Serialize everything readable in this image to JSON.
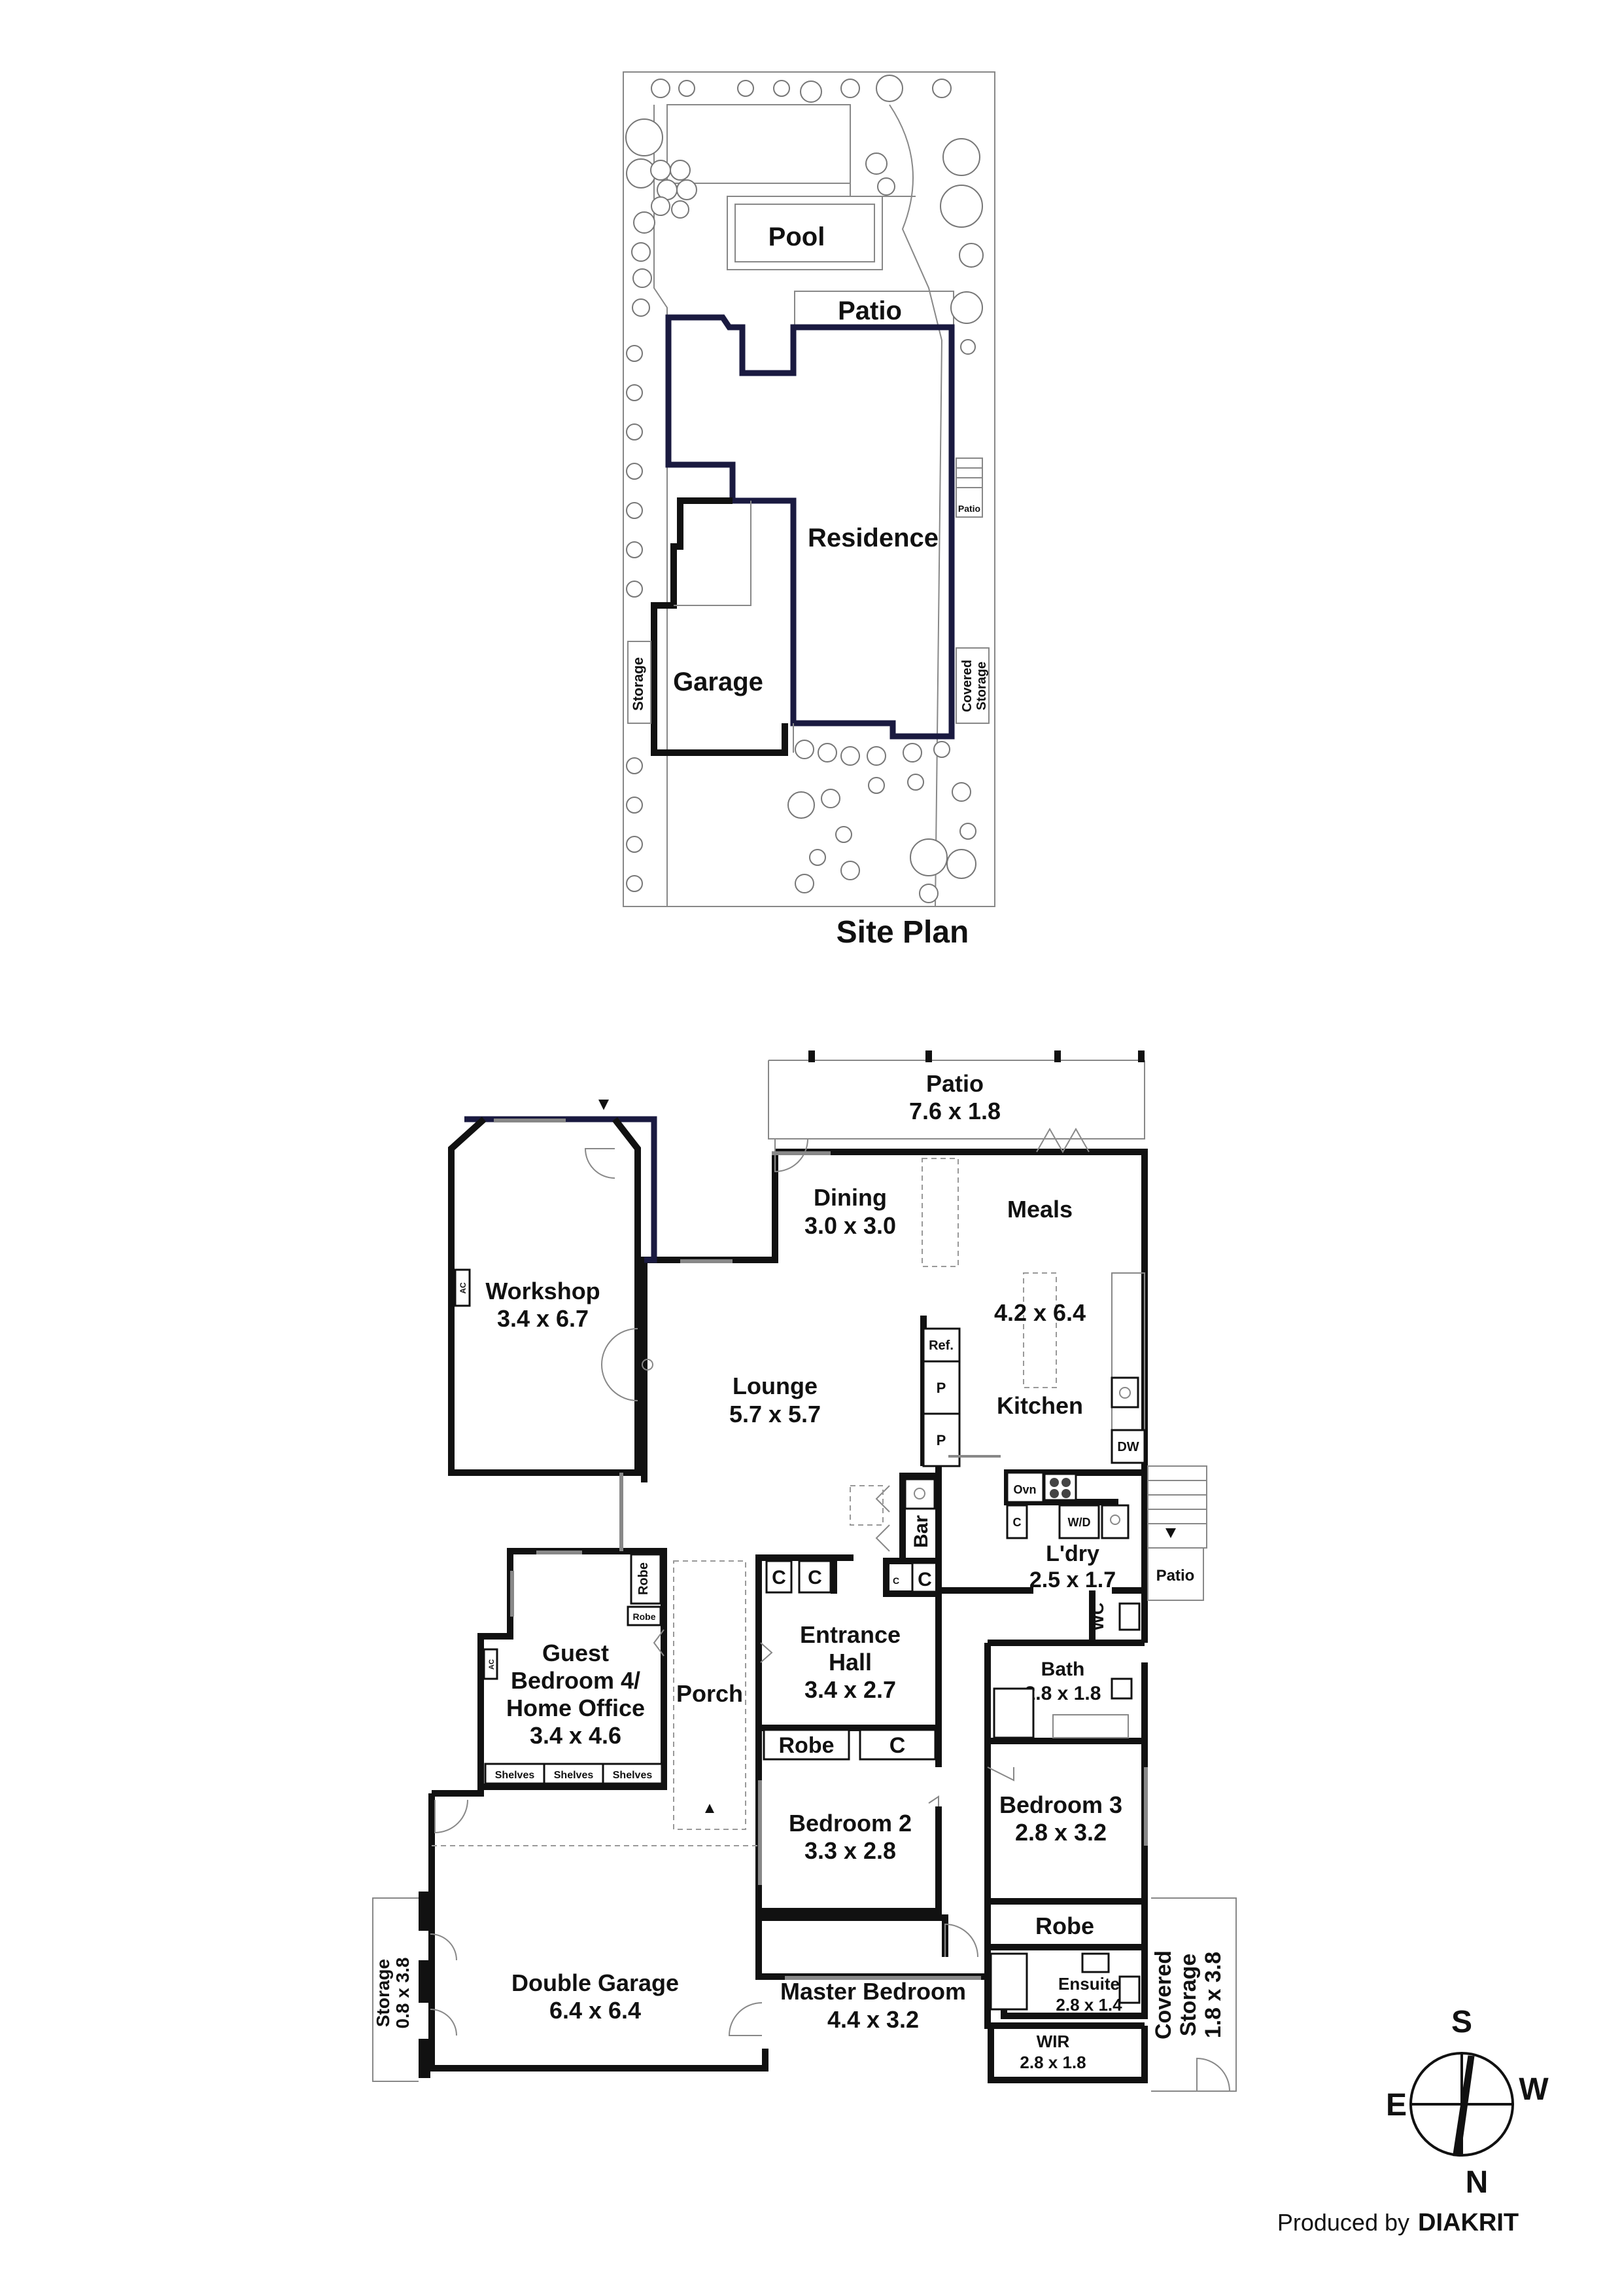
{
  "site_plan": {
    "title": "Site Plan",
    "labels": {
      "pool": "Pool",
      "patio": "Patio",
      "residence": "Residence",
      "garage": "Garage",
      "storage": "Storage",
      "covered_storage_1": "Covered",
      "covered_storage_2": "Storage",
      "side_patio": "Patio"
    }
  },
  "floor_plan": {
    "rooms": {
      "patio": {
        "name": "Patio",
        "size": "7.6 x 1.8"
      },
      "dining": {
        "name": "Dining",
        "size": "3.0 x 3.0"
      },
      "meals": {
        "name": "Meals"
      },
      "kitchen": {
        "name": "Kitchen",
        "size": "4.2 x 6.4"
      },
      "workshop": {
        "name": "Workshop",
        "size": "3.4 x 6.7"
      },
      "lounge": {
        "name": "Lounge",
        "size": "5.7 x 5.7"
      },
      "laundry": {
        "name": "L'dry",
        "size": "2.5 x 1.7"
      },
      "side_patio": {
        "name": "Patio"
      },
      "guest_bedroom": {
        "line1": "Guest",
        "line2": "Bedroom 4/",
        "line3": "Home Office",
        "size": "3.4 x 4.6"
      },
      "porch": {
        "name": "Porch"
      },
      "entrance_hall": {
        "line1": "Entrance",
        "line2": "Hall",
        "size": "3.4 x 2.7"
      },
      "bath": {
        "name": "Bath",
        "size": "2.8 x 1.8"
      },
      "bedroom2": {
        "name": "Bedroom 2",
        "size": "3.3 x 2.8"
      },
      "bedroom3": {
        "name": "Bedroom 3",
        "size": "2.8 x 3.2"
      },
      "double_garage": {
        "name": "Double Garage",
        "size": "6.4 x 6.4"
      },
      "master_bedroom": {
        "name": "Master Bedroom",
        "size": "4.4 x 3.2"
      },
      "ensuite": {
        "name": "Ensuite",
        "size": "2.8 x 1.4"
      },
      "wir": {
        "name": "WIR",
        "size": "2.8 x 1.8"
      },
      "storage": {
        "name": "Storage",
        "size": "0.8 x 3.8"
      },
      "covered_storage": {
        "name": "Covered",
        "name2": "Storage",
        "size": "1.8 x 3.8"
      }
    },
    "fixtures": {
      "ref": "Ref.",
      "pantry": "P",
      "dw": "DW",
      "ovn": "Ovn",
      "wd": "W/D",
      "cupboard": "C",
      "bar": "Bar",
      "wc": "WC",
      "robe": "Robe",
      "shelves": "Shelves",
      "ac": "AC"
    }
  },
  "compass": {
    "north": "N",
    "south": "S",
    "east": "E",
    "west": "W"
  },
  "credit": {
    "prefix": "Produced by",
    "brand": "DIAKRIT"
  }
}
